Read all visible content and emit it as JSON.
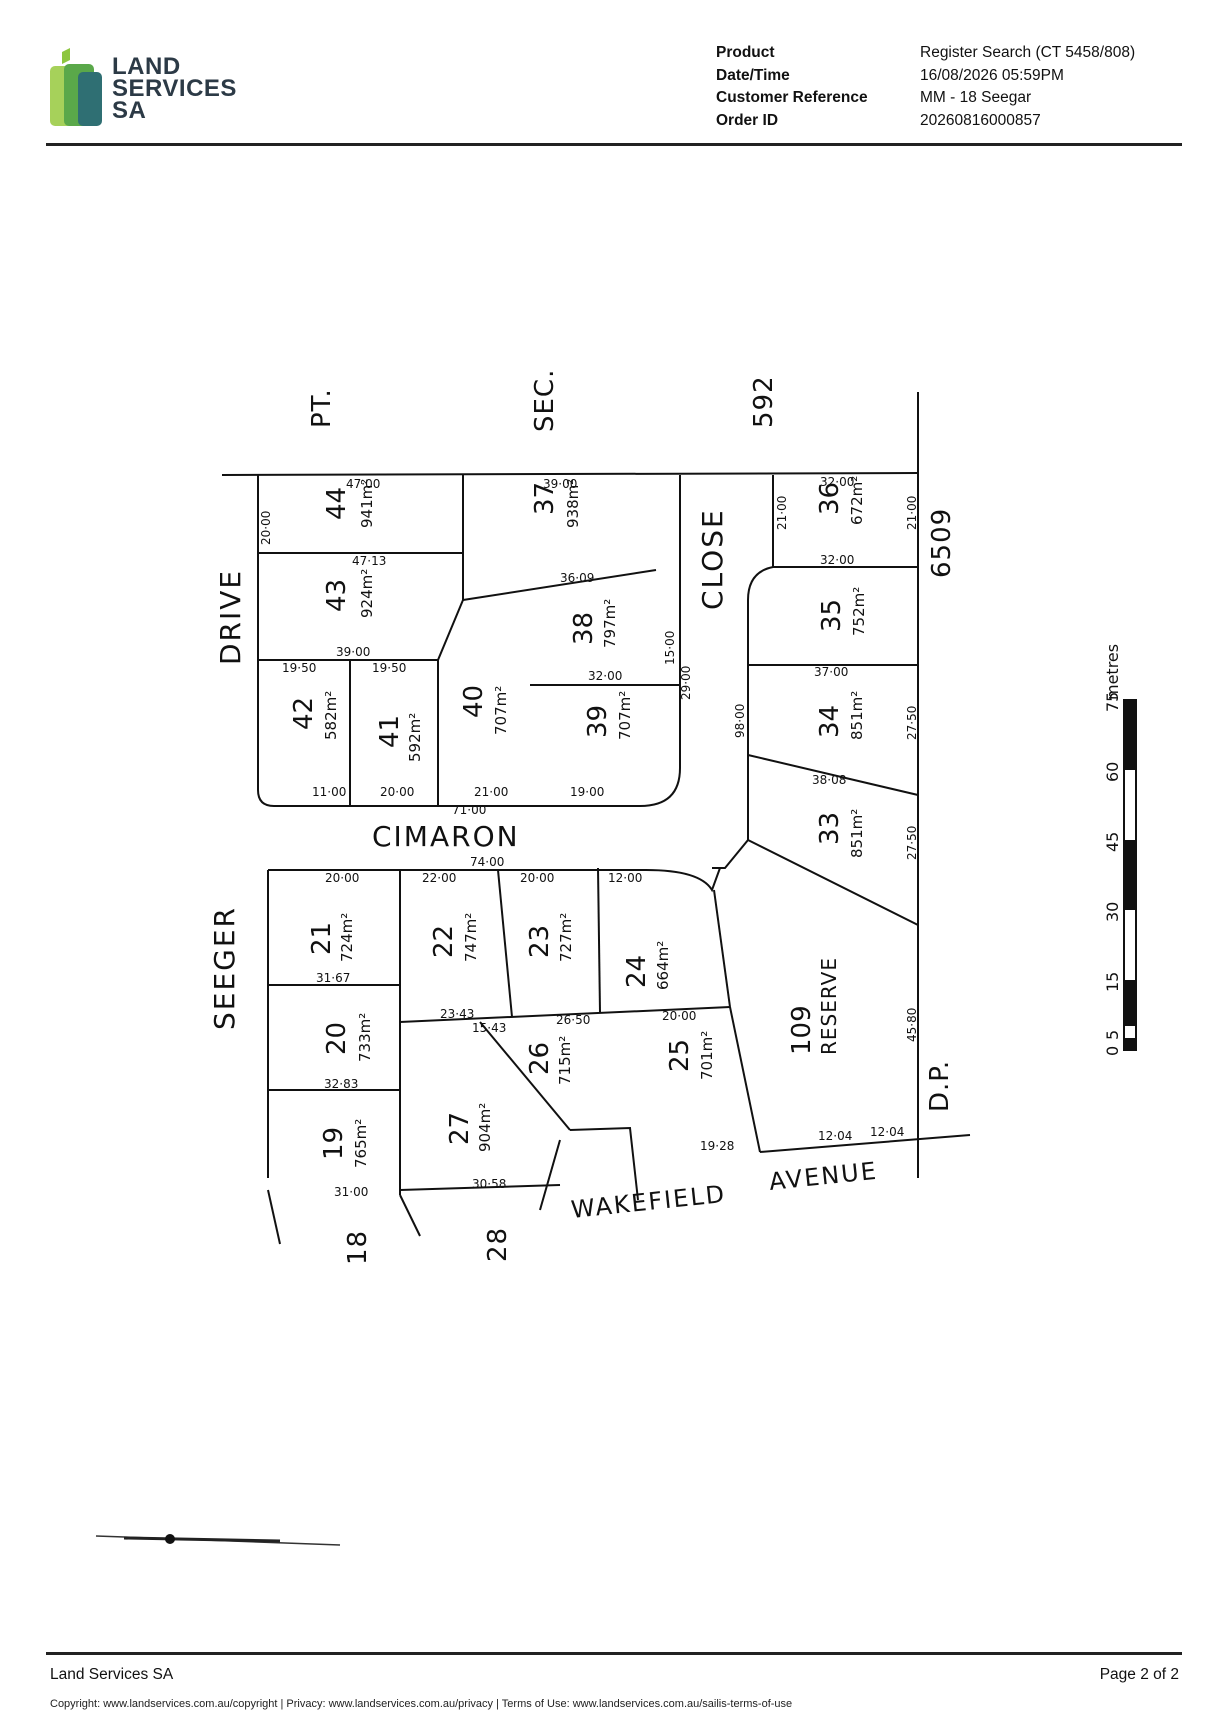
{
  "brand": {
    "logo_lines": [
      "LAND",
      "SERVICES",
      "SA"
    ],
    "colors": {
      "green_light": "#8dc63f",
      "green_mid": "#4caf50",
      "teal": "#2f6f73",
      "text": "#2c3a46"
    }
  },
  "meta": {
    "product_label": "Product",
    "product_value": "Register Search (CT 5458/808)",
    "datetime_label": "Date/Time",
    "datetime_value": "16/08/2026 05:59PM",
    "customer_label": "Customer Reference",
    "customer_value": "MM - 18 Seegar",
    "order_label": "Order ID",
    "order_value": "20260816000857"
  },
  "plan": {
    "roads": {
      "drive": "DRIVE",
      "pt": "PT.",
      "sec": "SEC.",
      "sec_no": "592",
      "close": "CLOSE",
      "dp_no": "6509",
      "cimaron": "CIMARON",
      "seeger": "SEEGER",
      "wakefield": "WAKEFIELD",
      "avenue": "AVENUE",
      "dp": "D.P.",
      "n18": "18",
      "n28": "28"
    },
    "lots": [
      {
        "no": "44",
        "area": "941m²"
      },
      {
        "no": "37",
        "area": "938m²"
      },
      {
        "no": "36",
        "area": "672m²"
      },
      {
        "no": "43",
        "area": "924m²"
      },
      {
        "no": "35",
        "area": "752m²"
      },
      {
        "no": "38",
        "area": "797m²"
      },
      {
        "no": "42",
        "area": "582m²"
      },
      {
        "no": "41",
        "area": "592m²"
      },
      {
        "no": "40",
        "area": "707m²"
      },
      {
        "no": "39",
        "area": "707m²"
      },
      {
        "no": "34",
        "area": "851m²"
      },
      {
        "no": "33",
        "area": "851m²"
      },
      {
        "no": "21",
        "area": "724m²"
      },
      {
        "no": "22",
        "area": "747m²"
      },
      {
        "no": "23",
        "area": "727m²"
      },
      {
        "no": "24",
        "area": "664m²"
      },
      {
        "no": "20",
        "area": "733m²"
      },
      {
        "no": "26",
        "area": "715m²"
      },
      {
        "no": "25",
        "area": "701m²"
      },
      {
        "no": "19",
        "area": "765m²"
      },
      {
        "no": "27",
        "area": "904m²"
      },
      {
        "no": "109",
        "area": "RESERVE"
      }
    ],
    "dims": {
      "d4700": "47·00",
      "d3900a": "39·00",
      "d3200a": "32·00",
      "d2000a": "20·00",
      "d4713": "47·13",
      "d3609": "36·09",
      "d3200b": "32·00",
      "d2100a": "21·00",
      "d3900b": "39·00",
      "d1950a": "19·50",
      "d1950b": "19·50",
      "d3200c": "32·00",
      "d3700": "37·00",
      "d1100a": "11·00",
      "d2000b": "20·00",
      "d2100b": "21·00",
      "d1900": "19·00",
      "d7100": "71·00",
      "d3808": "38·08",
      "d9800": "98·00",
      "d7400": "74·00",
      "d2000c": "20·00",
      "d2200": "22·00",
      "d2000d": "20·00",
      "d1200": "12·00",
      "d3167": "31·67",
      "d2343": "23·43",
      "d1543": "15·43",
      "d2650": "26·50",
      "d2000e": "20·00",
      "d3283": "32·83",
      "d3100": "31·00",
      "d3058": "30·58",
      "d1928": "19·28",
      "d1204a": "12·04",
      "d1204b": "12·04",
      "d4580": "45·80",
      "d2750a": "27·50",
      "d2750b": "27·50",
      "d2100c": "21·00",
      "d2900": "29·00",
      "d1500": "15·00"
    },
    "scale": {
      "label": "metres",
      "ticks": [
        "0",
        "5",
        "15",
        "30",
        "45",
        "60",
        "75"
      ]
    }
  },
  "footer": {
    "org": "Land Services SA",
    "page": "Page 2 of 2",
    "copyright": "Copyright: www.landservices.com.au/copyright | Privacy: www.landservices.com.au/privacy | Terms of Use: www.landservices.com.au/sailis-terms-of-use"
  }
}
